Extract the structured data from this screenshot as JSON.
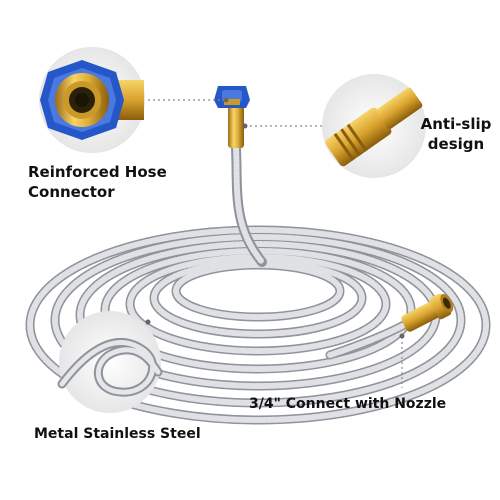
{
  "callouts": {
    "connector": {
      "line1": "Reinforced Hose",
      "line2": "Connector"
    },
    "antislip": {
      "line1": "Anti-slip",
      "line2": "design"
    },
    "nozzle": "3/4\" Connect with Nozzle",
    "steel": "Metal Stainless Steel"
  },
  "colors": {
    "background": "#ffffff",
    "circle_fill": "#f0f0f0",
    "connector_blue": "#2657c9",
    "brass": "#e2b23a",
    "hose_steel": "#b9bcc2",
    "text": "#111111"
  },
  "icons": {
    "connector": "blue-swivel-connector",
    "fitting": "brass-male-fitting",
    "hose": "coiled-stainless-hose"
  }
}
